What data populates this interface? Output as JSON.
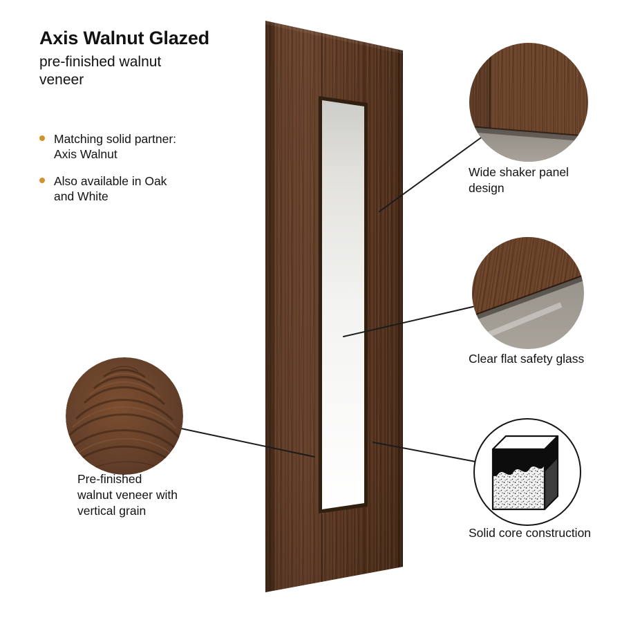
{
  "header": {
    "title": "Axis Walnut Glazed",
    "subtitle": "pre-finished walnut\nveneer"
  },
  "bullets": [
    {
      "text": "Matching solid partner:\nAxis Walnut"
    },
    {
      "text": "Also available in Oak\nand White"
    }
  ],
  "callouts": [
    {
      "id": "shaker",
      "label": "Wide shaker panel\ndesign"
    },
    {
      "id": "glass",
      "label": "Clear flat safety glass"
    },
    {
      "id": "core",
      "label": "Solid core construction"
    },
    {
      "id": "veneer",
      "label": "Pre-finished\nwalnut veneer with\nvertical grain"
    }
  ],
  "colors": {
    "accent_bullet": "#d2922f",
    "walnut_dark": "#4a2c1b",
    "walnut_mid": "#63402a",
    "walnut_light": "#7d5434",
    "callout_glass_gray": "#9b968e",
    "door_glass_white": "#f7f7f5",
    "leader_line": "#1b1b1b",
    "background": "#ffffff"
  }
}
